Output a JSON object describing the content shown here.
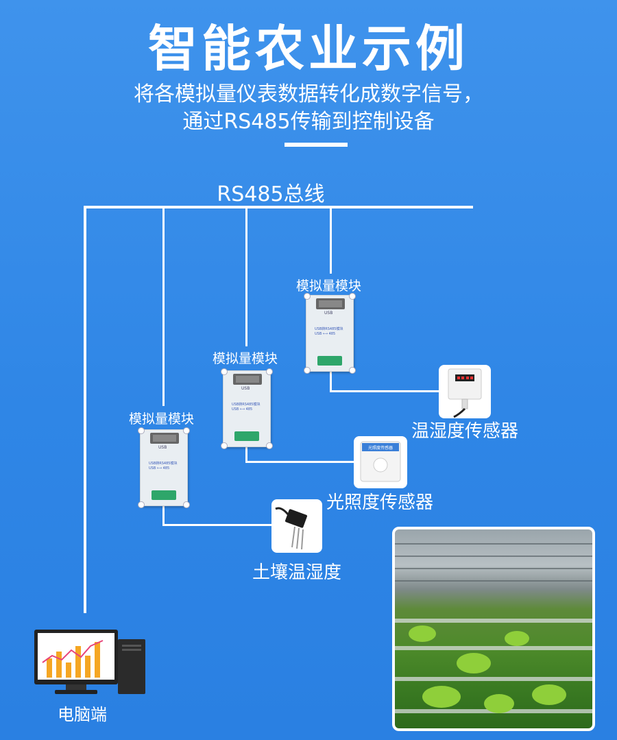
{
  "title": "智能农业示例",
  "subtitle": [
    "将各模拟量仪表数据转化成数字信号，",
    "通过RS485传输到控制设备"
  ],
  "bus_label": "RS485总线",
  "modules": [
    {
      "label": "模拟量模块"
    },
    {
      "label": "模拟量模块"
    },
    {
      "label": "模拟量模块"
    }
  ],
  "module_print": {
    "usb": "USB",
    "name": "USB转RS485模块",
    "line2": "USB ⟷ 485"
  },
  "sensors": {
    "temp_humidity": "温湿度传感器",
    "light": "光照度传感器",
    "soil": "土壤温湿度"
  },
  "computer_label": "电脑端",
  "colors": {
    "background": "#3a8fea",
    "bar_orange": "#f5a623",
    "line_pink": "#e8447a",
    "terminal_green": "#2ea66a"
  },
  "icons": [
    "computer-icon",
    "module-icon",
    "temp-humidity-sensor-icon",
    "light-sensor-icon",
    "soil-probe-icon",
    "greenhouse-photo"
  ]
}
